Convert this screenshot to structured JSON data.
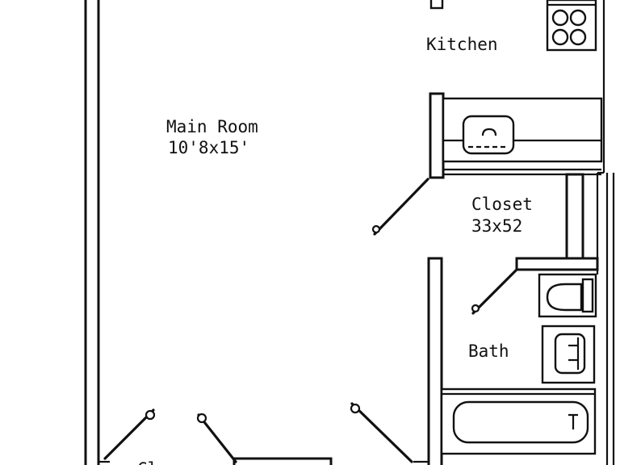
{
  "plan": {
    "rooms": {
      "main_room": {
        "name": "Main Room",
        "dims": "10'8x15'"
      },
      "kitchen": {
        "name": "Kitchen"
      },
      "closet": {
        "name": "Closet",
        "dims": "33x52"
      },
      "bath": {
        "name": "Bath"
      },
      "bottom_closet": {
        "name_partial": "Cl"
      }
    },
    "fixtures": [
      "stove-icon",
      "sink-icon",
      "toilet-icon",
      "bathroom-sink-icon",
      "bathtub-icon"
    ],
    "line_color": "#111111",
    "background_color": "#ffffff"
  }
}
